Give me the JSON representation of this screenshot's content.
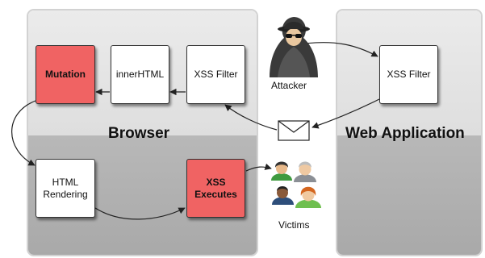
{
  "panels": {
    "browser": {
      "title": "Browser"
    },
    "web_application": {
      "title": "Web Application"
    }
  },
  "boxes": {
    "mutation": {
      "label": "Mutation"
    },
    "innerhtml": {
      "label": "innerHTML"
    },
    "browser_xss_filter": {
      "label": "XSS Filter"
    },
    "html_rendering": {
      "line1": "HTML",
      "line2": "Rendering"
    },
    "xss_executes": {
      "line1": "XSS",
      "line2": "Executes"
    },
    "web_xss_filter": {
      "label": "XSS Filter"
    }
  },
  "actors": {
    "attacker": {
      "label": "Attacker",
      "icon": "attacker-icon"
    },
    "victims": {
      "label": "Victims",
      "icon": "victims-icon"
    }
  },
  "icons": {
    "message": "envelope-icon"
  },
  "colors": {
    "highlight_red": "#f06363",
    "panel_upper": "#e6e6e6",
    "panel_lower": "#b0b0b0",
    "box_fill": "#ffffff"
  }
}
